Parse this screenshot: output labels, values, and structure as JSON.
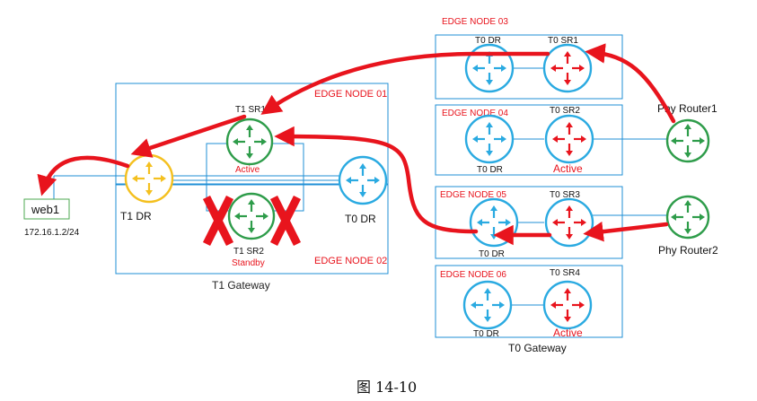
{
  "colors": {
    "frame_blue": "#1f8fd6",
    "arrow_red": "#e8141d",
    "router_blue": "#2aaae1",
    "router_green": "#2e9c4a",
    "router_yellow": "#f4c01f",
    "web_box": "#4daa52",
    "edge_label_red": "#e8141d"
  },
  "host": {
    "name": "web1",
    "ip": "172.16.1.2/24"
  },
  "t1_gateway": {
    "title": "T1 Gateway",
    "edge_node_top": "EDGE NODE 01",
    "edge_node_bottom": "EDGE NODE 02",
    "t1_dr": "T1 DR",
    "t0_dr": "T0 DR",
    "sr_active": {
      "name": "T1 SR1",
      "state": "Active"
    },
    "sr_standby": {
      "name": "T1 SR2",
      "state": "Standby"
    }
  },
  "t0_gateway": {
    "title": "T0 Gateway",
    "edge_nodes": [
      {
        "title": "EDGE NODE 03",
        "dr": "T0 DR",
        "sr": "T0 SR1",
        "state": ""
      },
      {
        "title": "EDGE NODE 04",
        "dr": "T0 DR",
        "sr": "T0 SR2",
        "state": "Active"
      },
      {
        "title": "EDGE NODE 05",
        "dr": "T0 DR",
        "sr": "T0 SR3",
        "state": ""
      },
      {
        "title": "EDGE NODE 06",
        "dr": "T0 DR",
        "sr": "T0 SR4",
        "state": "Active"
      }
    ]
  },
  "phy_routers": [
    "Phy Router1",
    "Phy Router2"
  ],
  "caption": "图 14-10"
}
